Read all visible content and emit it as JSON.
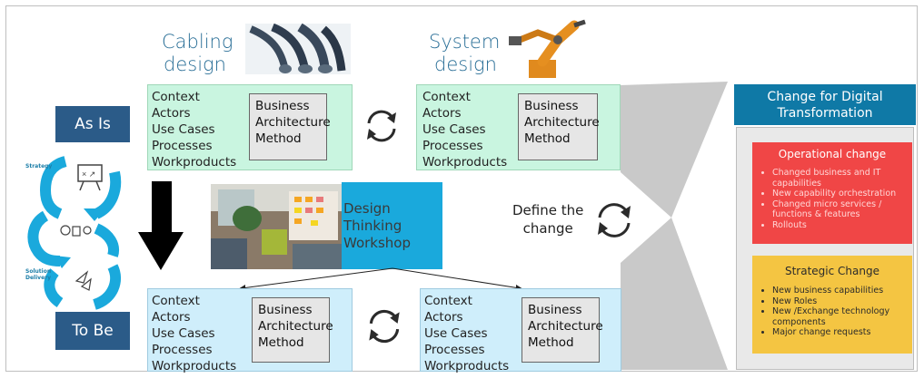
{
  "titles": {
    "cabling": [
      "Cabling",
      "design"
    ],
    "system": [
      "System",
      "design"
    ]
  },
  "context_box": {
    "items": [
      "Context",
      "Actors",
      "Use Cases",
      "Processes",
      "Workproducts"
    ],
    "bam": [
      "Business",
      "Architecture",
      "Method"
    ]
  },
  "left": {
    "as_is": "As Is",
    "to_be": "To Be",
    "strategy_label": "Strategy",
    "solution_label": [
      "Solution",
      "Delivery"
    ]
  },
  "workshop": {
    "lines": [
      "Design",
      "Thinking",
      "Workshop"
    ]
  },
  "define": {
    "lines": [
      "Define the",
      "change"
    ]
  },
  "right": {
    "header": [
      "Change for Digital",
      "Transformation"
    ],
    "operational": {
      "title": "Operational change",
      "items": [
        "Changed business and IT capabilities",
        "New capability orchestration",
        "Changed micro services / functions & features",
        "Rollouts"
      ]
    },
    "strategic": {
      "title": "Strategic Change",
      "items": [
        "New business capabilities",
        "New Roles",
        "New /Exchange technology components",
        "Major change requests"
      ]
    }
  },
  "colors": {
    "green_box": "#c9f5e0",
    "blue_box": "#cfeefb",
    "pill": "#2b5b88",
    "teal_header": "#0f79a6",
    "operational_red": "#f04646",
    "strategic_yellow": "#f4c542",
    "workshop_blue": "#1aa9dc",
    "title_blue": "#2a6f97"
  }
}
